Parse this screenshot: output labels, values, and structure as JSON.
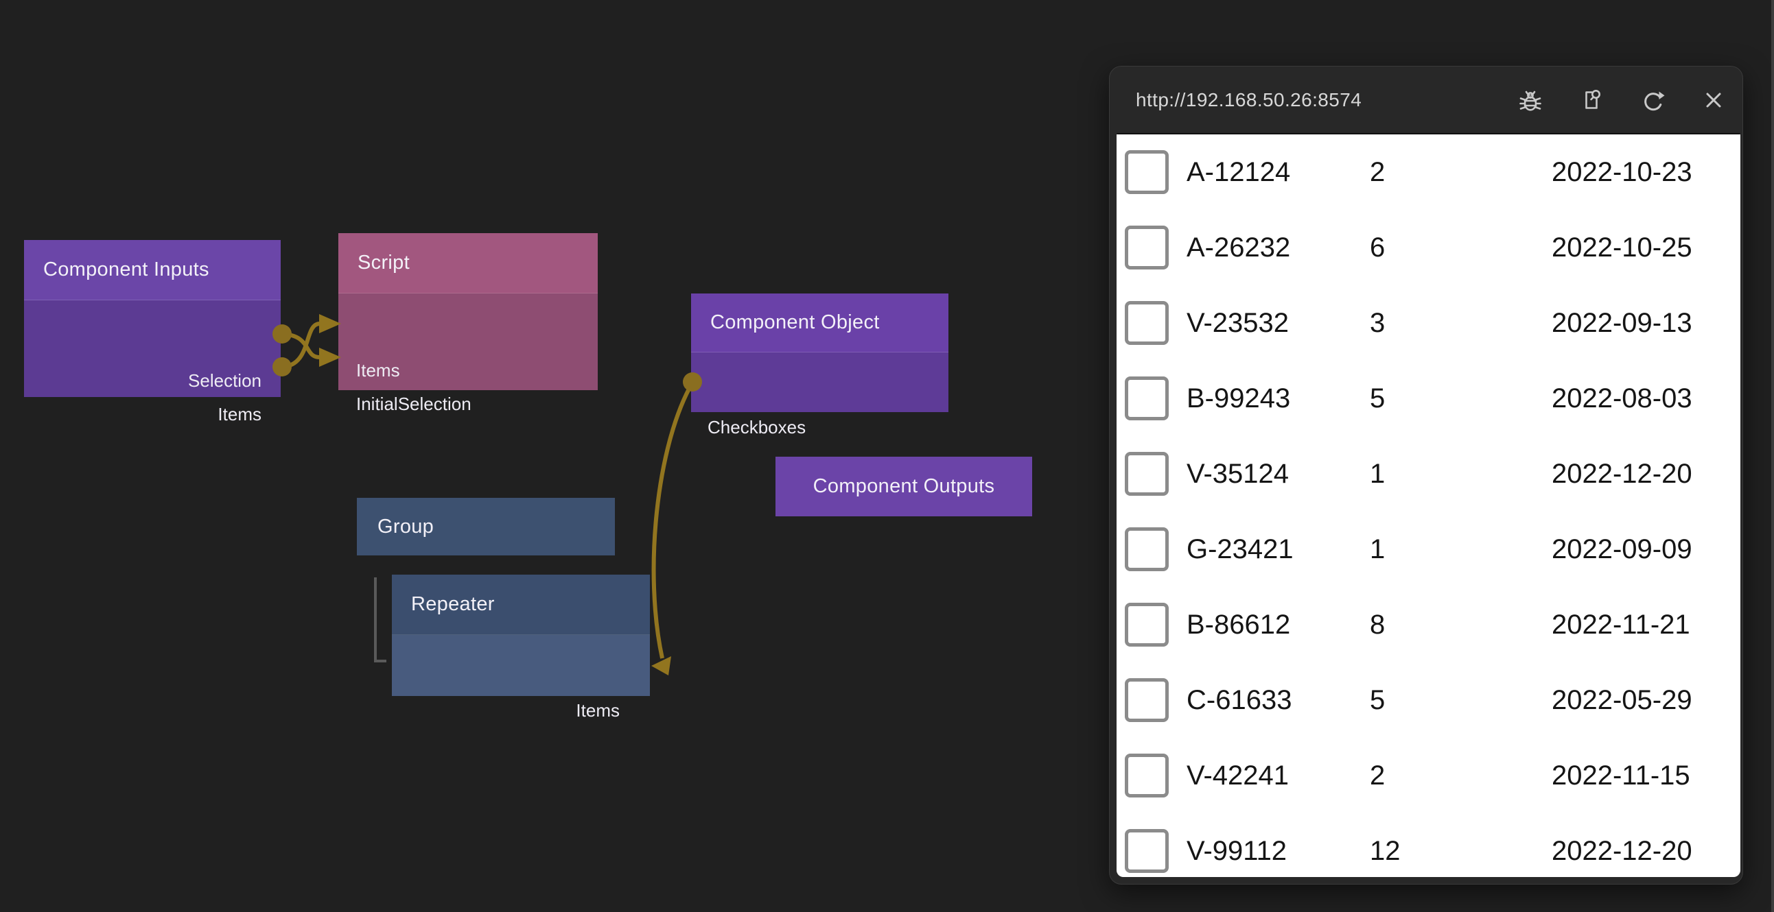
{
  "graph": {
    "nodes": {
      "component_inputs": {
        "title": "Component Inputs",
        "ports": [
          "Selection",
          "Items"
        ]
      },
      "script": {
        "title": "Script",
        "ports": [
          "Items",
          "InitialSelection"
        ]
      },
      "component_object": {
        "title": "Component Object",
        "ports": [
          "Checkboxes"
        ]
      },
      "component_outputs": {
        "title": "Component Outputs"
      },
      "group": {
        "title": "Group"
      },
      "repeater": {
        "title": "Repeater",
        "ports": [
          "Items"
        ]
      }
    },
    "colors": {
      "canvas_background": "#202020",
      "purple_node_header": "#6b46a8",
      "purple_node_body": "#5c3b93",
      "script_node_header": "#a2577f",
      "script_node_body": "#8e4d72",
      "group_node": "#3d5170",
      "repeater_node_header": "#3b4e6e",
      "repeater_node_body": "#485b7e",
      "wire": "#92751f"
    }
  },
  "browser": {
    "url": "http://192.168.50.26:8574",
    "icons": [
      "debug",
      "page-inspect",
      "refresh",
      "close"
    ],
    "rows": [
      {
        "id": "A-12124",
        "qty": "2",
        "date": "2022-10-23"
      },
      {
        "id": "A-26232",
        "qty": "6",
        "date": "2022-10-25"
      },
      {
        "id": "V-23532",
        "qty": "3",
        "date": "2022-09-13"
      },
      {
        "id": "B-99243",
        "qty": "5",
        "date": "2022-08-03"
      },
      {
        "id": "V-35124",
        "qty": "1",
        "date": "2022-12-20"
      },
      {
        "id": "G-23421",
        "qty": "1",
        "date": "2022-09-09"
      },
      {
        "id": "B-86612",
        "qty": "8",
        "date": "2022-11-21"
      },
      {
        "id": "C-61633",
        "qty": "5",
        "date": "2022-05-29"
      },
      {
        "id": "V-42241",
        "qty": "2",
        "date": "2022-11-15"
      },
      {
        "id": "V-99112",
        "qty": "12",
        "date": "2022-12-20"
      }
    ]
  }
}
